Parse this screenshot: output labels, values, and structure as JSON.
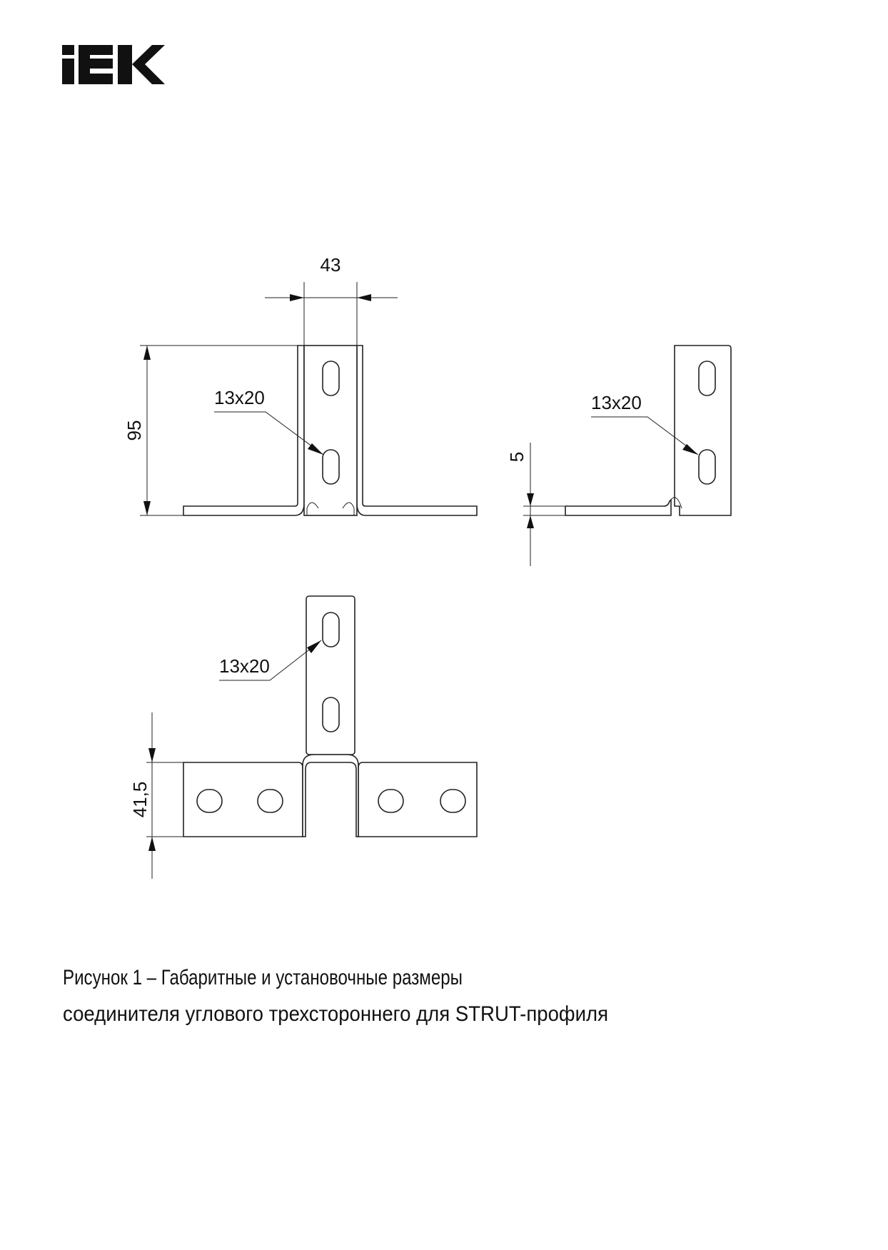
{
  "logo": {
    "text": "IEK"
  },
  "drawing": {
    "front_view": {
      "width_dim": "43",
      "height_dim": "95",
      "hole_label": "13x20"
    },
    "side_view": {
      "thickness_dim": "5",
      "hole_label": "13x20"
    },
    "top_view": {
      "depth_dim": "41,5",
      "hole_label": "13x20"
    }
  },
  "caption": {
    "line1": "Рисунок 1 – Габаритные и установочные размеры",
    "line2": "соединителя углового трехстороннего для STRUT-профиля"
  }
}
